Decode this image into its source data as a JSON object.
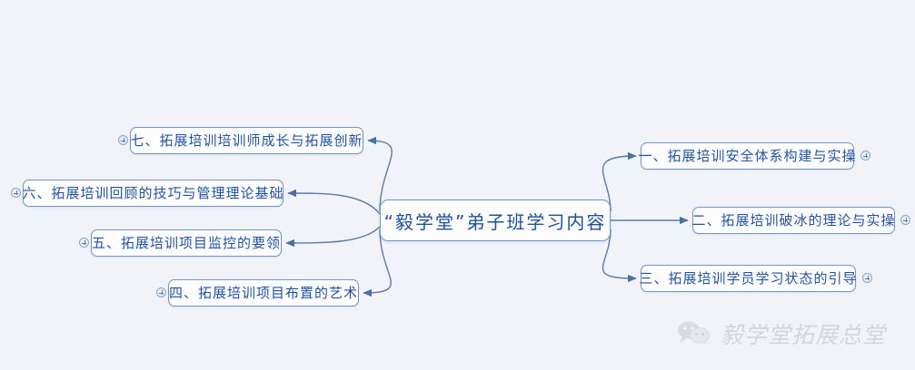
{
  "diagram": {
    "type": "mind-map",
    "title": "“毅学堂”弟子班学习内容",
    "background_color": "#f1f3f8",
    "node_fill": "#fdfdfe",
    "node_border_color": "#7794bf",
    "node_text_color": "#2352a0",
    "edge_color": "#5b7aa8",
    "center": {
      "label": "“毅学堂”弟子班学习内容"
    },
    "right_branches": [
      {
        "label": "一、拓展培训安全体系构建与实操",
        "expander": "plus-circle-icon"
      },
      {
        "label": "二、拓展培训破冰的理论与实操",
        "expander": "plus-circle-icon"
      },
      {
        "label": "三、拓展培训学员学习状态的引导",
        "expander": "plus-circle-icon"
      }
    ],
    "left_branches": [
      {
        "label": "七、拓展培训培训师成长与拓展创新",
        "expander": "plus-circle-icon"
      },
      {
        "label": "六、拓展培训回顾的技巧与管理理论基础",
        "expander": "plus-circle-icon"
      },
      {
        "label": "五、拓展培训项目监控的要领",
        "expander": "plus-circle-icon"
      },
      {
        "label": "四、拓展培训项目布置的艺术",
        "expander": "plus-circle-icon"
      }
    ]
  },
  "watermark": {
    "icon": "wechat-icon",
    "text": "毅学堂拓展总堂",
    "color": "#d2d6e0"
  }
}
